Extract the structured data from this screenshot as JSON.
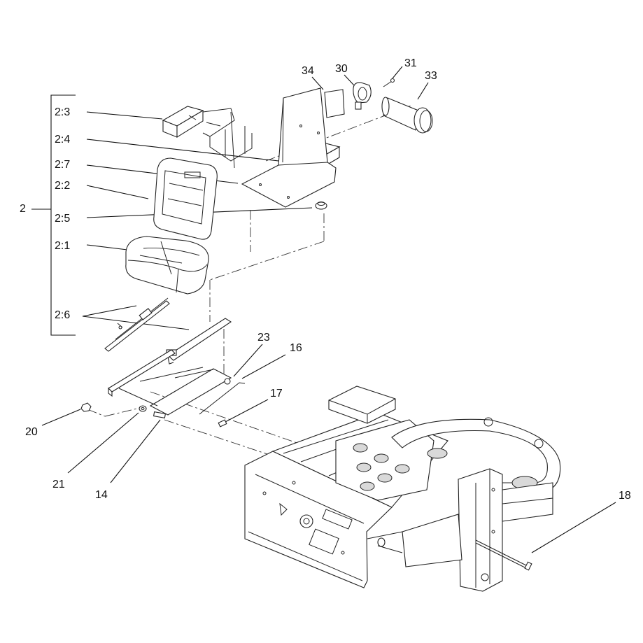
{
  "labels": [
    {
      "id": "34",
      "text": "34"
    },
    {
      "id": "30",
      "text": "30"
    },
    {
      "id": "31",
      "text": "31"
    },
    {
      "id": "33",
      "text": "33"
    },
    {
      "id": "2-3",
      "text": "2:3"
    },
    {
      "id": "2-4",
      "text": "2:4"
    },
    {
      "id": "2-7",
      "text": "2:7"
    },
    {
      "id": "2-2",
      "text": "2:2"
    },
    {
      "id": "2",
      "text": "2"
    },
    {
      "id": "2-5",
      "text": "2:5"
    },
    {
      "id": "2-1",
      "text": "2:1"
    },
    {
      "id": "2-6",
      "text": "2:6"
    },
    {
      "id": "23",
      "text": "23"
    },
    {
      "id": "16",
      "text": "16"
    },
    {
      "id": "17",
      "text": "17"
    },
    {
      "id": "20",
      "text": "20"
    },
    {
      "id": "21",
      "text": "21"
    },
    {
      "id": "14",
      "text": "14"
    },
    {
      "id": "18",
      "text": "18"
    }
  ]
}
